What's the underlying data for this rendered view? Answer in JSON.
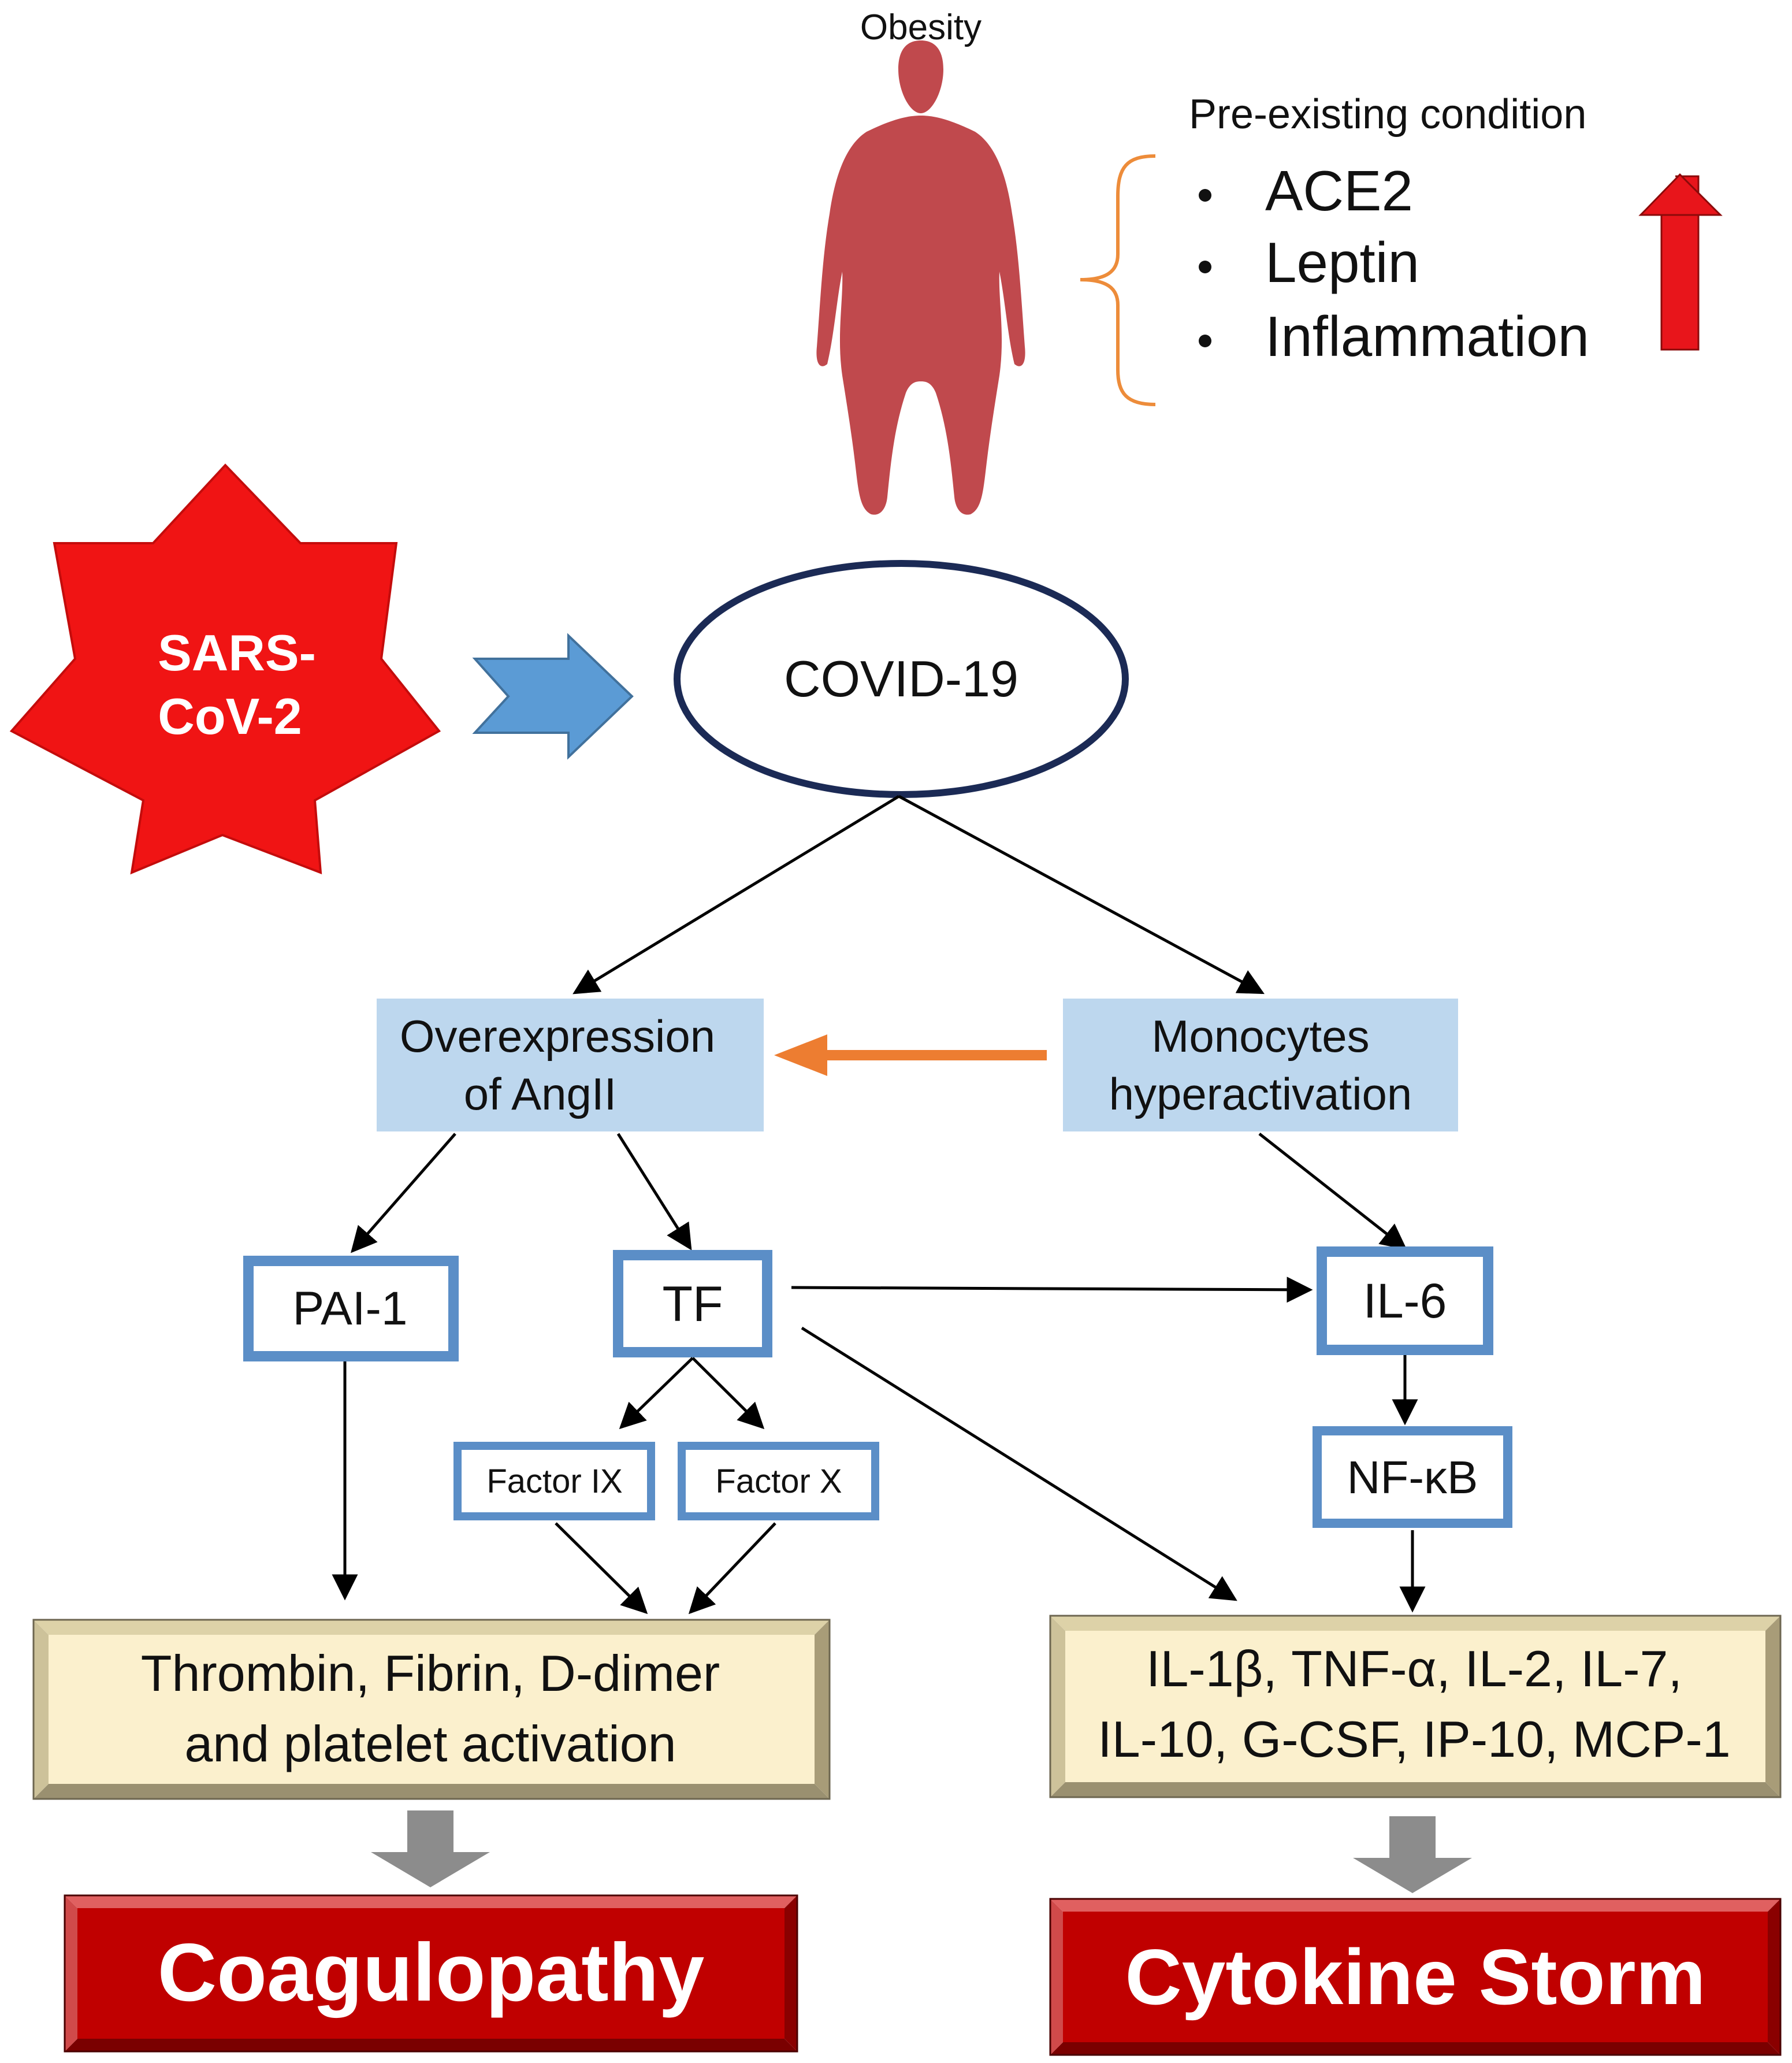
{
  "obesity": {
    "label": "Obesity"
  },
  "preexisting": {
    "title": "Pre-existing condition",
    "items": [
      "ACE2",
      "Leptin",
      "Inflammation"
    ]
  },
  "virus": {
    "line1": "SARS-",
    "line2": "CoV-2"
  },
  "covid": {
    "label": "COVID-19"
  },
  "angii": {
    "line1": "Overexpression",
    "line2": "of AngII"
  },
  "monocytes": {
    "line1": "Monocytes",
    "line2": "hyperactivation"
  },
  "markers": {
    "pai1": "PAI-1",
    "tf": "TF",
    "il6": "IL-6",
    "factor9": "Factor IX",
    "factor10": "Factor X",
    "nfkb": "NF-κB"
  },
  "coag_box": {
    "line1": "Thrombin, Fibrin, D-dimer",
    "line2": "and platelet activation"
  },
  "cyto_box": {
    "line1": "IL-1β, TNF-α, IL-2, IL-7,",
    "line2": "IL-10, G-CSF, IP-10, MCP-1"
  },
  "outcomes": {
    "coagulopathy": "Coagulopathy",
    "cytokine_storm": "Cytokine Storm"
  },
  "colors": {
    "body": "#c0494d",
    "brace": "#ed8c3a",
    "up_arrow": "#e8151b",
    "virus": "#f01414",
    "blue_arrow": "#5b9bd5",
    "ellipse_stroke": "#1b2a55",
    "light_blue_box": "#bdd7ee",
    "marker_border": "#5b8ec7",
    "cream": "#fbf0cd",
    "outcome_red": "#c00000",
    "gray_arrow": "#8c8c8c"
  }
}
